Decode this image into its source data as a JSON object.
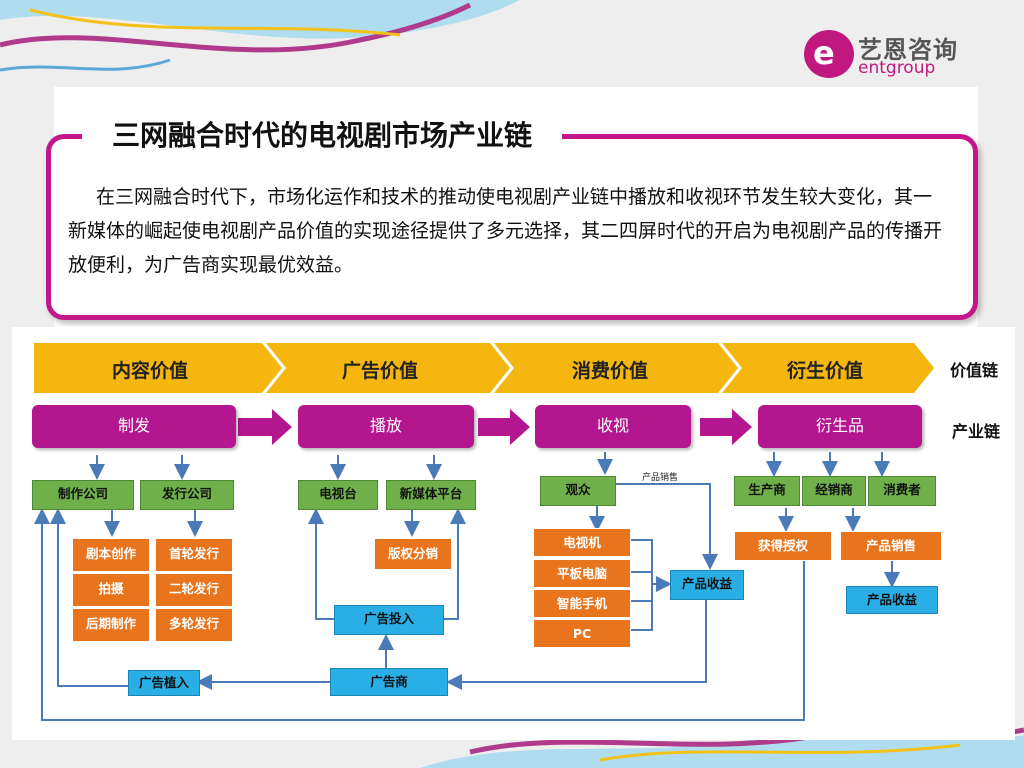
{
  "brand": {
    "logo_cn": "艺恩咨询",
    "logo_en": "entgroup",
    "logo_glyph": "e",
    "accent": "#c0187e"
  },
  "title": "三网融合时代的电视剧市场产业链",
  "description": "在三网融合时代下，市场化运作和技术的推动使电视剧产业链中播放和收视环节发生较大变化，其一新媒体的崛起使电视剧产品价值的实现途径提供了多元选择，其二四屏时代的开启为电视剧产品的传播开放便利，为广告商实现最优效益。",
  "value_chain": {
    "label": "价值链",
    "stages": [
      "内容价值",
      "广告价值",
      "消费价值",
      "衍生价值"
    ]
  },
  "industry_chain": {
    "label": "产业链",
    "stages": [
      "制发",
      "播放",
      "收视",
      "衍生品"
    ]
  },
  "nodes": {
    "production_company": "制作公司",
    "distribution_company": "发行公司",
    "script_creation": "剧本创作",
    "filming": "拍摄",
    "post_production": "后期制作",
    "first_round": "首轮发行",
    "second_round": "二轮发行",
    "multi_round": "多轮发行",
    "tv_station": "电视台",
    "new_media": "新媒体平台",
    "copyright_sales": "版权分销",
    "ad_placement": "广告投入",
    "audience": "观众",
    "product_sales_note": "产品销售",
    "tv_set": "电视机",
    "tablet": "平板电脑",
    "smartphone": "智能手机",
    "pc": "PC",
    "product_revenue": "产品收益",
    "producer": "生产商",
    "dealer": "经销商",
    "consumer": "消费者",
    "get_license": "获得授权",
    "product_sales": "产品销售",
    "product_revenue_2": "产品收益",
    "advertiser": "广告商",
    "ad_embedding": "广告植入"
  },
  "colors": {
    "value_chevron": "#f5b60f",
    "industry_box": "#b3168f",
    "green": "#6fb04a",
    "orange": "#e8741d",
    "blue": "#2aaee6",
    "arrow": "#4a7ab8"
  }
}
